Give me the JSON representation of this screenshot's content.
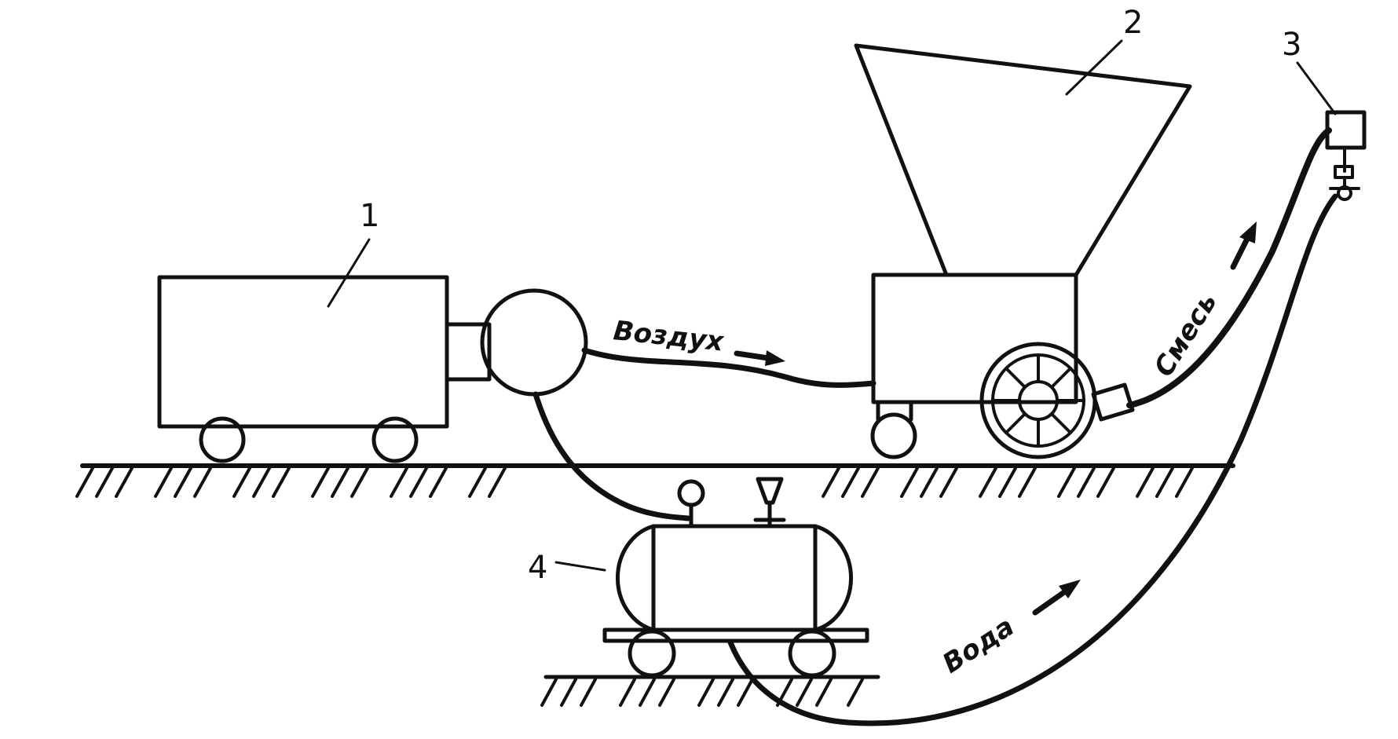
{
  "diagram": {
    "callouts": {
      "one": "1",
      "two": "2",
      "three": "3",
      "four": "4"
    },
    "flows": {
      "air": "Воздух",
      "mix": "Смесь",
      "water": "Вода"
    }
  }
}
